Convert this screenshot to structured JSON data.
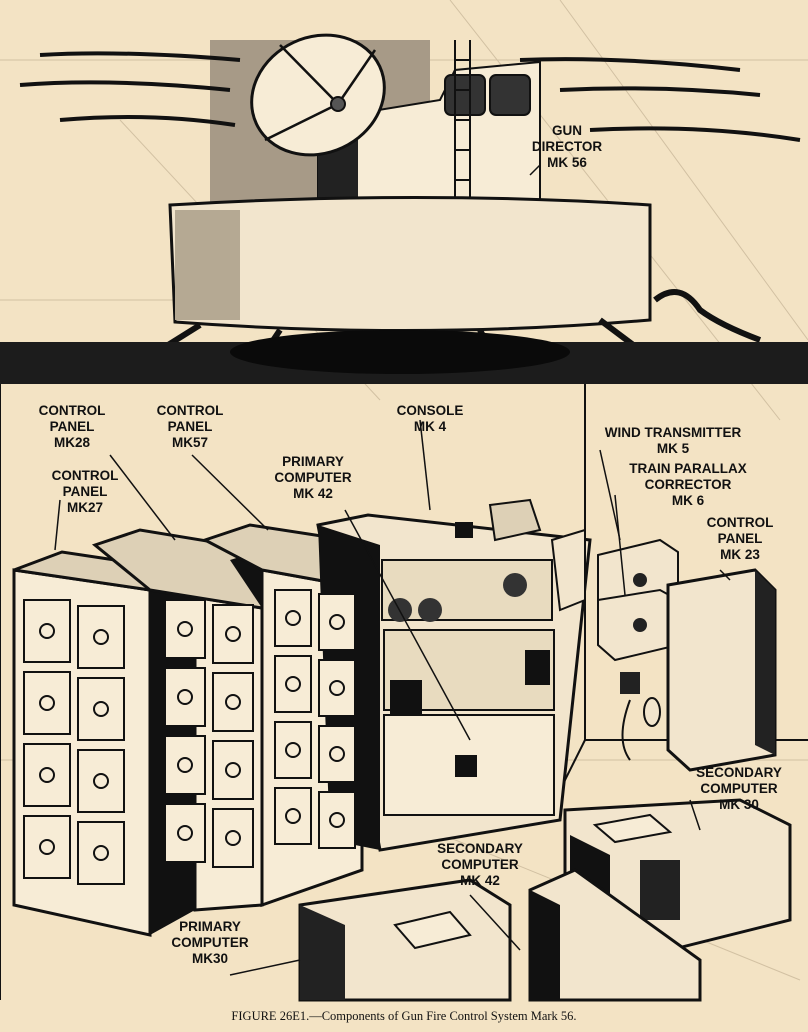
{
  "components": [
    {
      "id": "gun-director",
      "lines": [
        "GUN",
        "DIRECTOR",
        "MK 56"
      ]
    },
    {
      "id": "control-panel-mk28",
      "lines": [
        "CONTROL",
        "PANEL",
        "MK28"
      ]
    },
    {
      "id": "control-panel-mk57",
      "lines": [
        "CONTROL",
        "PANEL",
        "MK57"
      ]
    },
    {
      "id": "console-mk4",
      "lines": [
        "CONSOLE",
        "MK 4"
      ]
    },
    {
      "id": "wind-transmitter-mk5",
      "lines": [
        "WIND TRANSMITTER",
        "MK 5"
      ]
    },
    {
      "id": "train-parallax-corrector-mk6",
      "lines": [
        "TRAIN PARALLAX",
        "CORRECTOR",
        "MK 6"
      ]
    },
    {
      "id": "control-panel-mk27",
      "lines": [
        "CONTROL",
        "PANEL",
        "MK27"
      ]
    },
    {
      "id": "primary-computer-mk42",
      "lines": [
        "PRIMARY",
        "COMPUTER",
        "MK 42"
      ]
    },
    {
      "id": "control-panel-mk23",
      "lines": [
        "CONTROL",
        "PANEL",
        "MK 23"
      ]
    },
    {
      "id": "secondary-computer-mk30",
      "lines": [
        "SECONDARY",
        "COMPUTER",
        "MK 30"
      ]
    },
    {
      "id": "secondary-computer-mk42",
      "lines": [
        "SECONDARY",
        "COMPUTER",
        "MK 42"
      ]
    },
    {
      "id": "primary-computer-mk30",
      "lines": [
        "PRIMARY",
        "COMPUTER",
        "MK30"
      ]
    }
  ],
  "caption": "FIGURE 26E1.—Components of Gun Fire Control System Mark 56.",
  "colors": {
    "paper": "#f3e3c4",
    "ink": "#111111",
    "panel": "#f7ecd6",
    "shade": "#9a8f80"
  }
}
